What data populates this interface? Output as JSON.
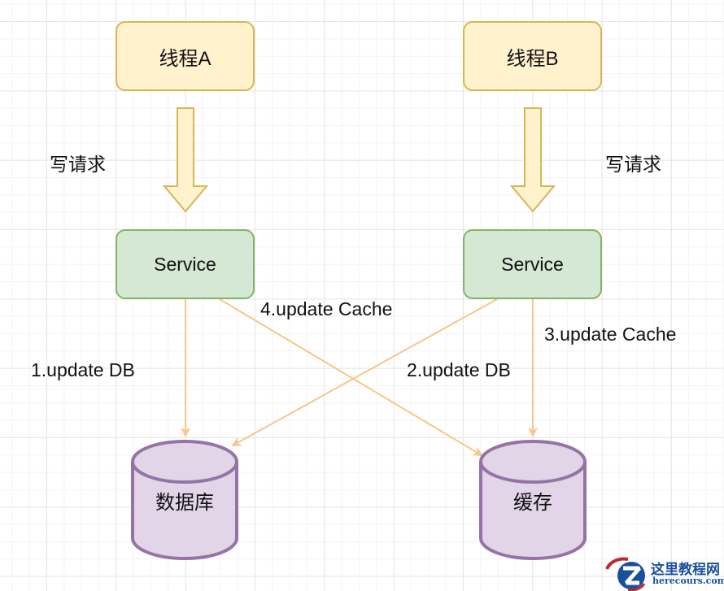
{
  "diagram": {
    "threads": [
      {
        "id": "thread-a",
        "label": "线程A"
      },
      {
        "id": "thread-b",
        "label": "线程B"
      }
    ],
    "request_labels": [
      {
        "for": "thread-a",
        "text": "写请求"
      },
      {
        "for": "thread-b",
        "text": "写请求"
      }
    ],
    "services": [
      {
        "id": "service-a",
        "label": "Service"
      },
      {
        "id": "service-b",
        "label": "Service"
      }
    ],
    "stores": [
      {
        "id": "database",
        "label": "数据库"
      },
      {
        "id": "cache",
        "label": "缓存"
      }
    ],
    "edges": [
      {
        "from": "service-a",
        "to": "database",
        "label": "1.update DB"
      },
      {
        "from": "service-b",
        "to": "database",
        "label": "2.update DB"
      },
      {
        "from": "service-b",
        "to": "cache",
        "label": "3.update Cache"
      },
      {
        "from": "service-a",
        "to": "cache",
        "label": "4.update Cache"
      }
    ],
    "colors": {
      "thread_fill": "#fff2cc",
      "thread_stroke": "#d6b656",
      "service_fill": "#d5e8d4",
      "service_stroke": "#82b366",
      "store_fill": "#e1d5e7",
      "store_stroke": "#9673a6",
      "edge": "#f8c68c"
    }
  },
  "watermark": {
    "logo_icon": "z-logo-icon",
    "title": "这里教程网",
    "subtitle": "herecours.com"
  }
}
